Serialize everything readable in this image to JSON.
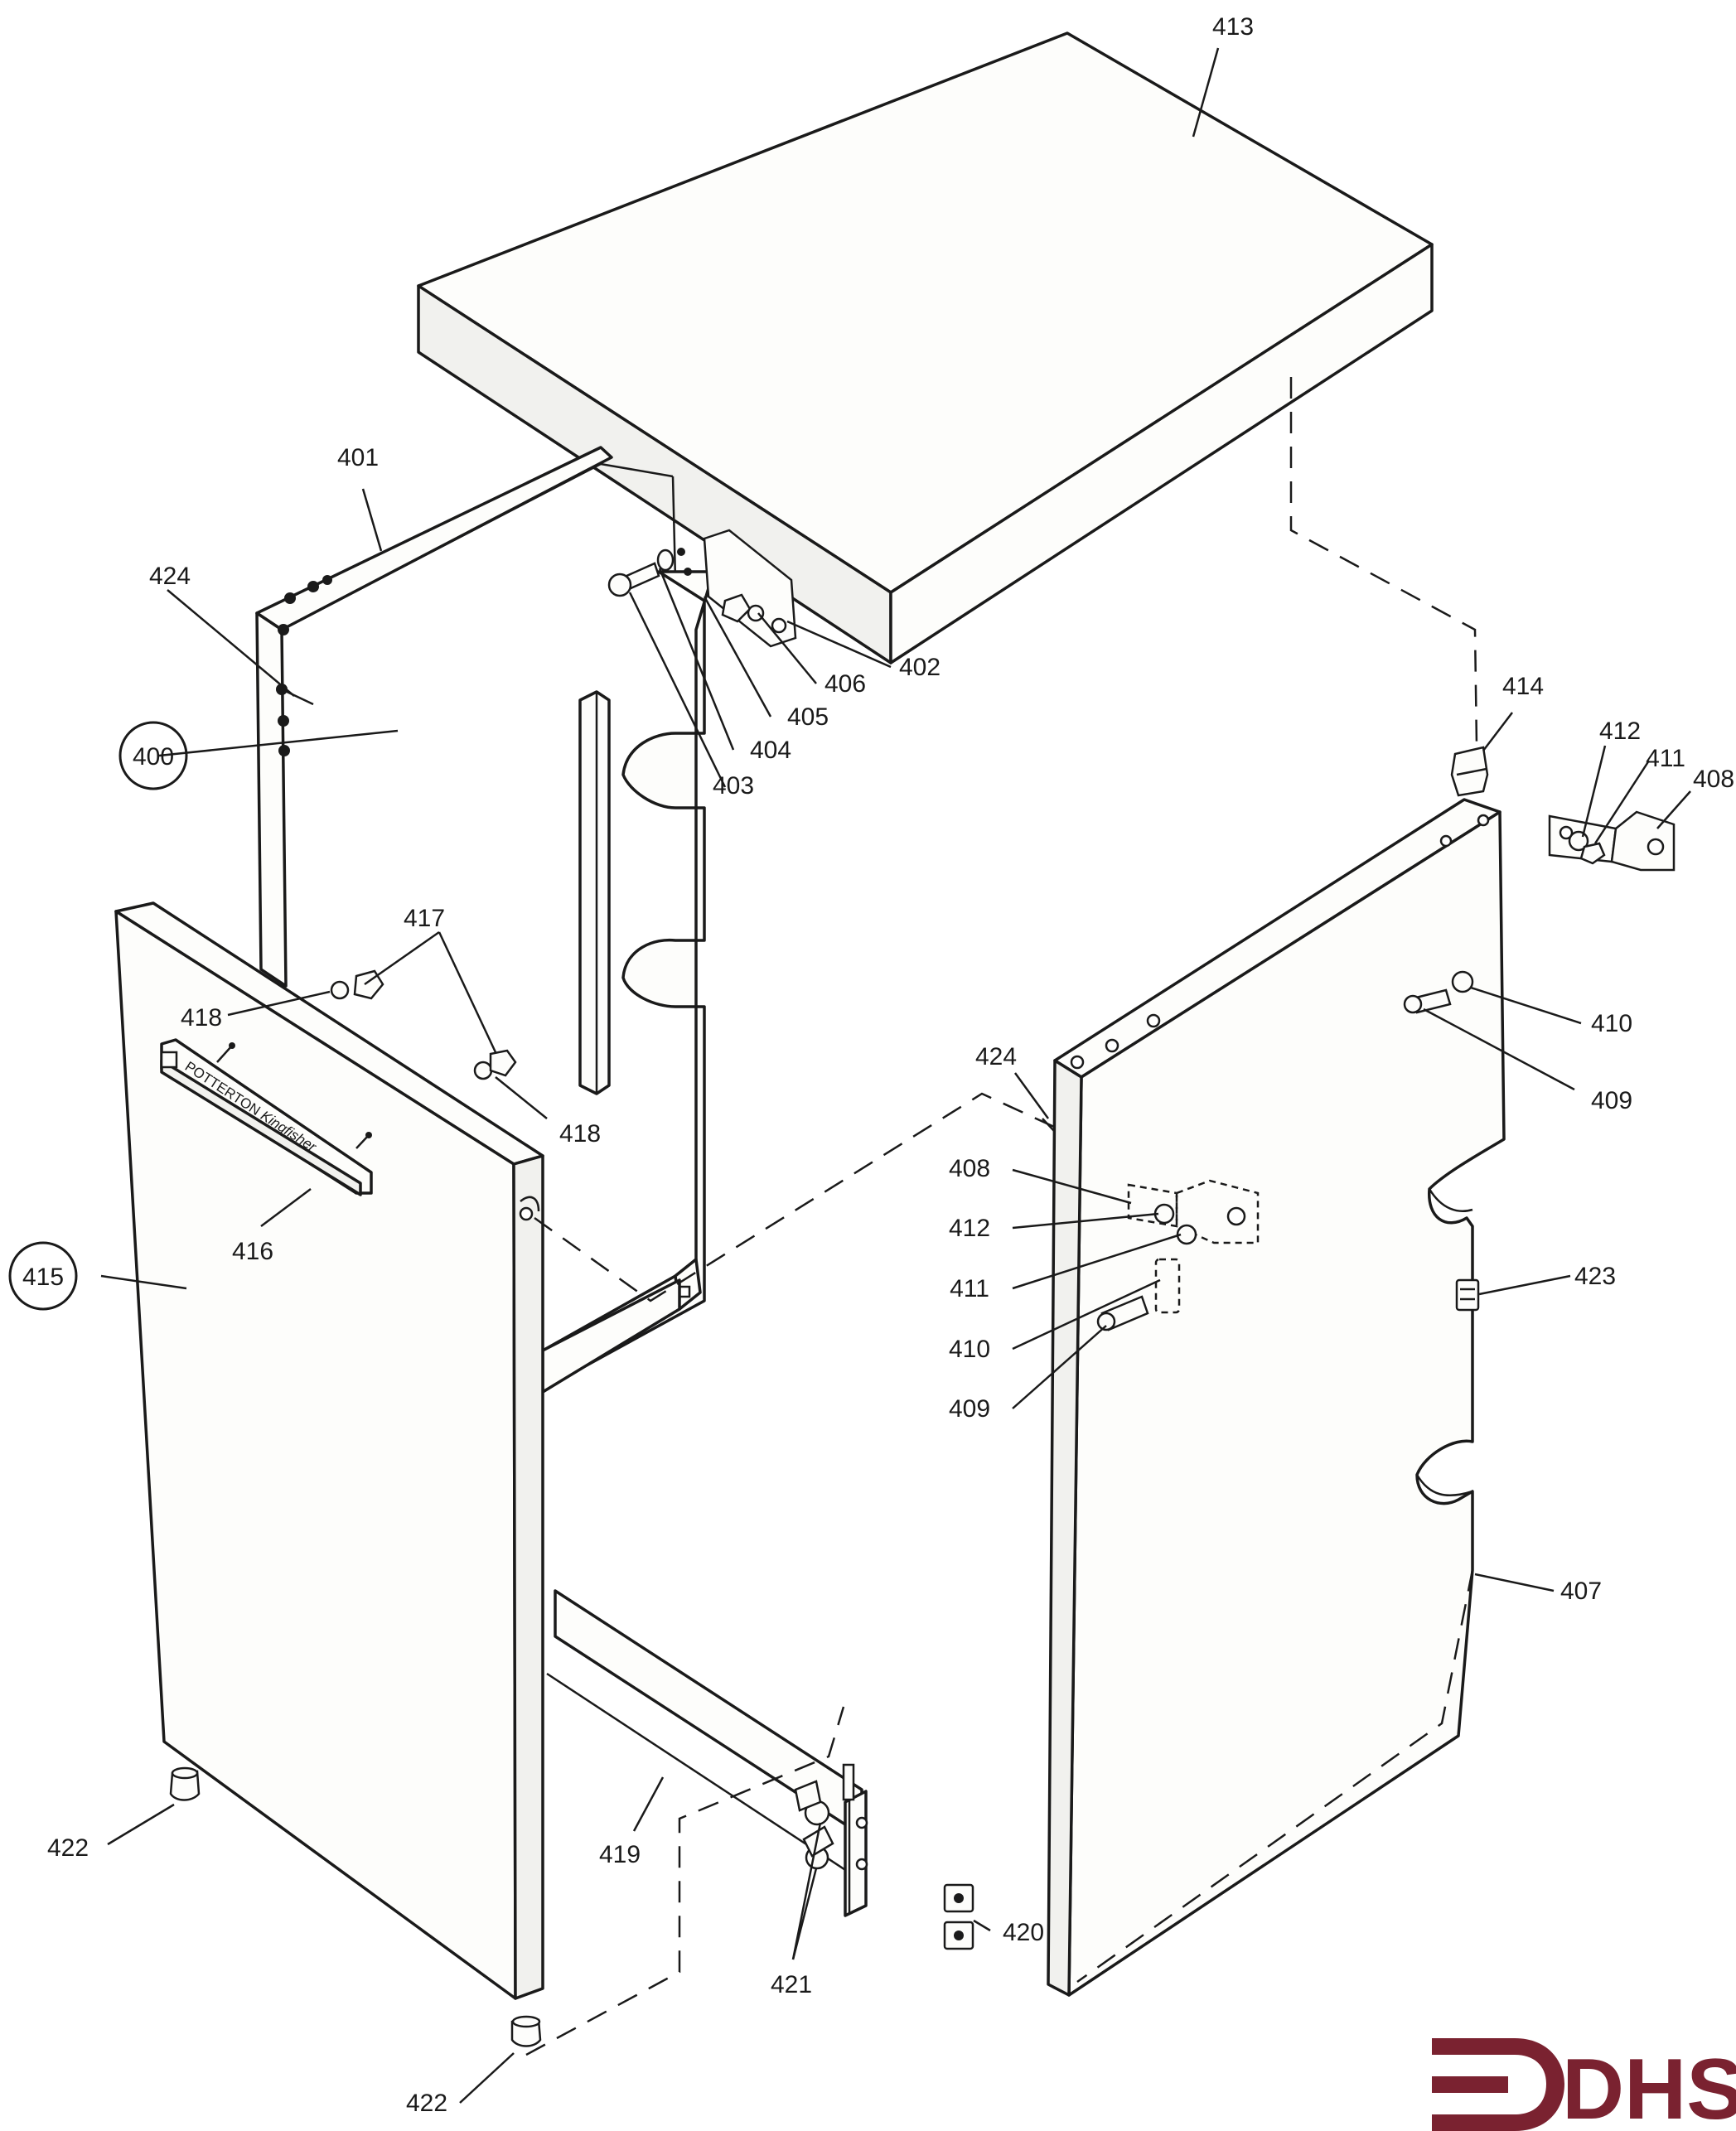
{
  "parts": {
    "p400": "400",
    "p401": "401",
    "p402": "402",
    "p403": "403",
    "p404": "404",
    "p405": "405",
    "p406": "406",
    "p407": "407",
    "p408": "408",
    "p409": "409",
    "p410": "410",
    "p411": "411",
    "p412": "412",
    "p413": "413",
    "p414": "414",
    "p415": "415",
    "p416": "416",
    "p417": "417",
    "p418": "418",
    "p419": "419",
    "p420": "420",
    "p421": "421",
    "p422": "422",
    "p423": "423",
    "p424": "424"
  },
  "nameplate": {
    "brand": "POTTERTON",
    "model": "Kingfisher"
  },
  "logo": {
    "text": "DHS",
    "color": "#7a2230"
  }
}
